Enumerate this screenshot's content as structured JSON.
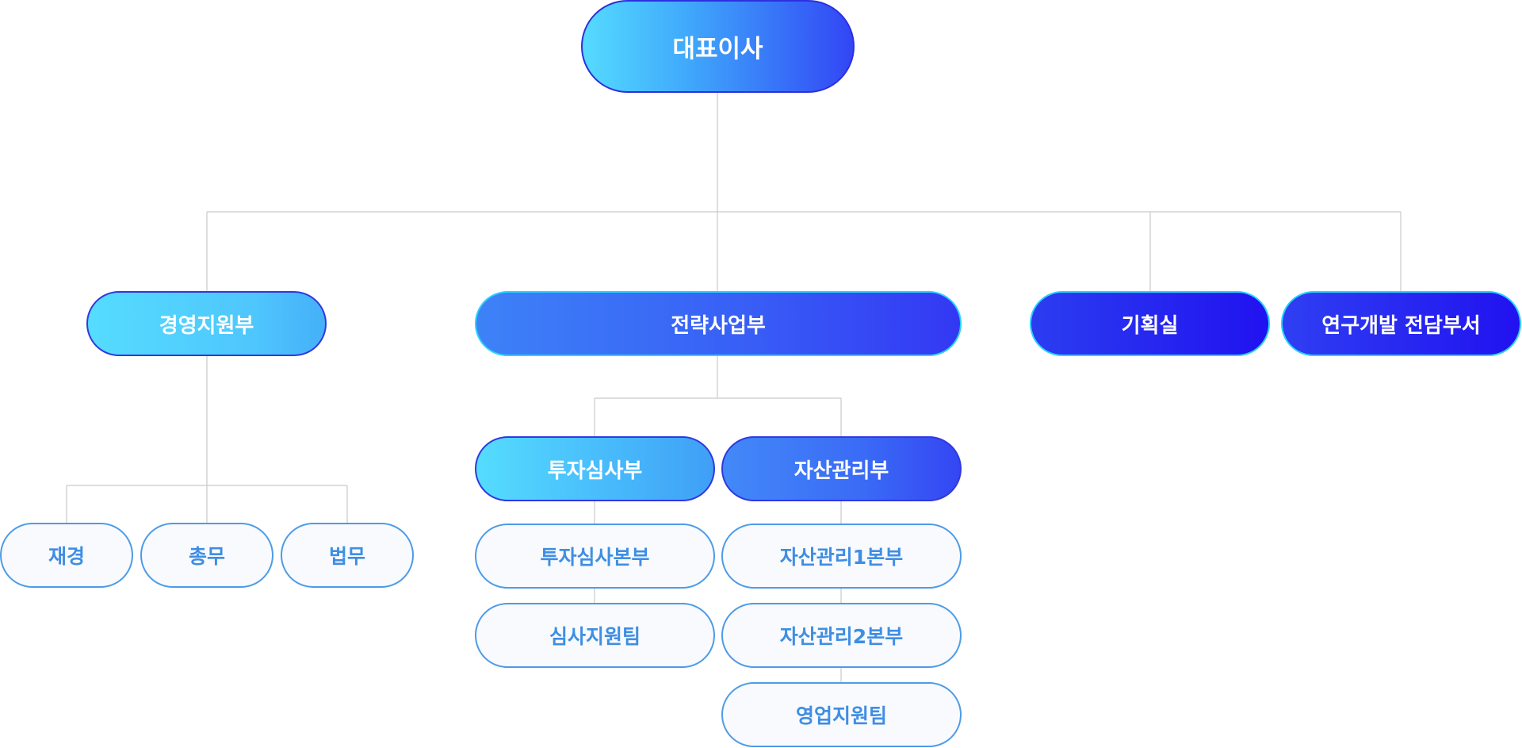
{
  "org_chart": {
    "ceo": "대표이사",
    "departments": {
      "management_support": "경영지원부",
      "strategy_business": "전략사업부",
      "planning": "기획실",
      "rnd": "연구개발 전담부서"
    },
    "management_support_teams": [
      "재경",
      "총무",
      "법무"
    ],
    "strategy_divisions": {
      "investment_review": "투자심사부",
      "asset_management": "자산관리부"
    },
    "investment_review_units": [
      "투자심사본부",
      "심사지원팀"
    ],
    "asset_management_units": [
      "자산관리1본부",
      "자산관리2본부",
      "영업지원팀"
    ]
  },
  "colors": {
    "connector": "#c9c9c9",
    "light_node_border": "#4d9be8",
    "light_node_text": "#3f8ee3",
    "accent_cyan": "#55dbff",
    "accent_blue": "#3246f5",
    "accent_indigo": "#2112f0"
  }
}
